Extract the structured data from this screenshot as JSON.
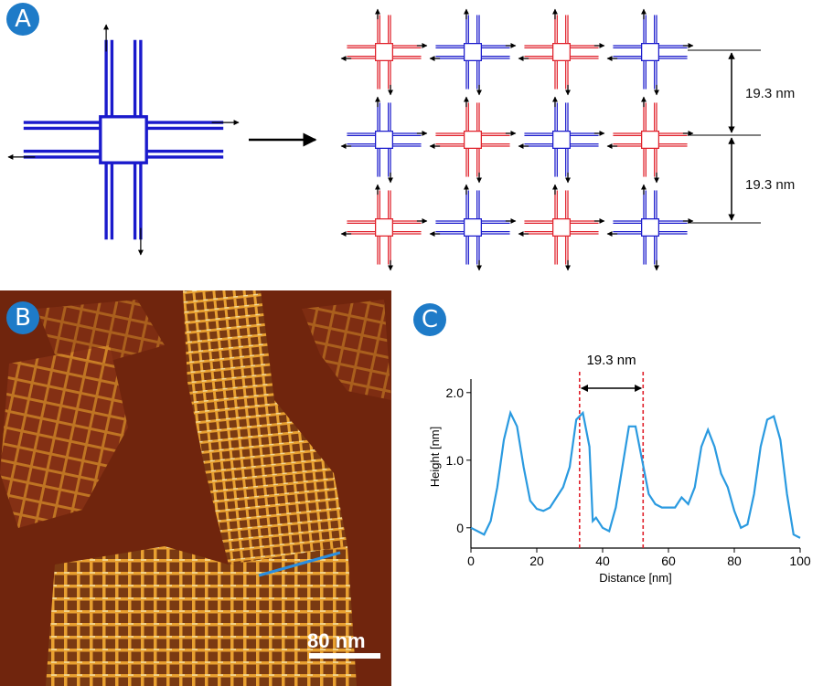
{
  "panels": {
    "a": "A",
    "b": "B",
    "c": "C"
  },
  "panel_a": {
    "spacing_top": "19.3 nm",
    "spacing_bottom": "19.3 nm",
    "colors": {
      "monomer": "#1a1acc",
      "tile_red": "#e0202a",
      "tile_blue": "#1a1acc",
      "arrow": "#000000"
    },
    "lattice_pattern": [
      [
        "red",
        "blue",
        "red",
        "blue"
      ],
      [
        "blue",
        "red",
        "blue",
        "red"
      ],
      [
        "red",
        "blue",
        "red",
        "blue"
      ]
    ]
  },
  "panel_b": {
    "scale_bar_label": "80 nm",
    "colors": {
      "background": "#7a2a10",
      "mesh": "#e8a030",
      "highlight": "#f5e6b0",
      "profile_line": "#2a8ee0"
    }
  },
  "chart_data": {
    "type": "line",
    "xlabel": "Distance [nm]",
    "ylabel": "Height [nm]",
    "xlim": [
      0,
      100
    ],
    "ylim": [
      -0.3,
      2.2
    ],
    "x_ticks": [
      0,
      20,
      40,
      60,
      80,
      100
    ],
    "y_ticks": [
      0,
      1.0,
      2.0
    ],
    "y_tick_labels": [
      "0",
      "1.0",
      "2.0"
    ],
    "grid": false,
    "line_color": "#2a9ae0",
    "marker_color": "#e0202a",
    "annotation": {
      "label": "19.3 nm",
      "x_start": 33,
      "x_end": 52.3
    },
    "series": [
      {
        "x": [
          0,
          2,
          4,
          6,
          8,
          10,
          12,
          14,
          16,
          18,
          20,
          22,
          24,
          26,
          28,
          30,
          32,
          34,
          36,
          37,
          38,
          40,
          42,
          44,
          46,
          48,
          50,
          52,
          54,
          56,
          58,
          60,
          62,
          64,
          66,
          68,
          70,
          72,
          74,
          76,
          78,
          80,
          82,
          84,
          86,
          88,
          90,
          92,
          94,
          96,
          98,
          100
        ],
        "y": [
          0.0,
          -0.05,
          -0.1,
          0.1,
          0.6,
          1.3,
          1.7,
          1.5,
          0.9,
          0.4,
          0.28,
          0.25,
          0.3,
          0.45,
          0.6,
          0.9,
          1.6,
          1.7,
          1.2,
          0.1,
          0.15,
          0.0,
          -0.05,
          0.3,
          0.9,
          1.5,
          1.5,
          1.0,
          0.5,
          0.35,
          0.3,
          0.3,
          0.3,
          0.45,
          0.35,
          0.6,
          1.2,
          1.45,
          1.2,
          0.8,
          0.6,
          0.25,
          0.0,
          0.05,
          0.5,
          1.2,
          1.6,
          1.65,
          1.3,
          0.5,
          -0.1,
          -0.15
        ]
      }
    ]
  }
}
